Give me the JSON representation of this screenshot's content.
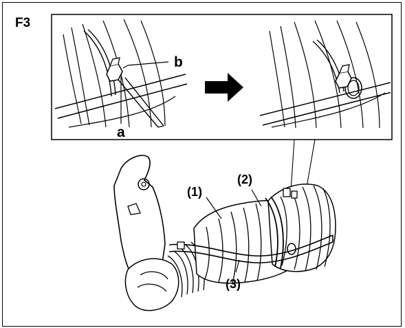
{
  "figure": {
    "id_label": "F3",
    "callouts": {
      "a": "a",
      "b": "b"
    },
    "parts": [
      "(1)",
      "(2)",
      "(3)"
    ]
  },
  "colors": {
    "ink": "#000000",
    "paper": "#ffffff",
    "arrow": "#000000"
  }
}
